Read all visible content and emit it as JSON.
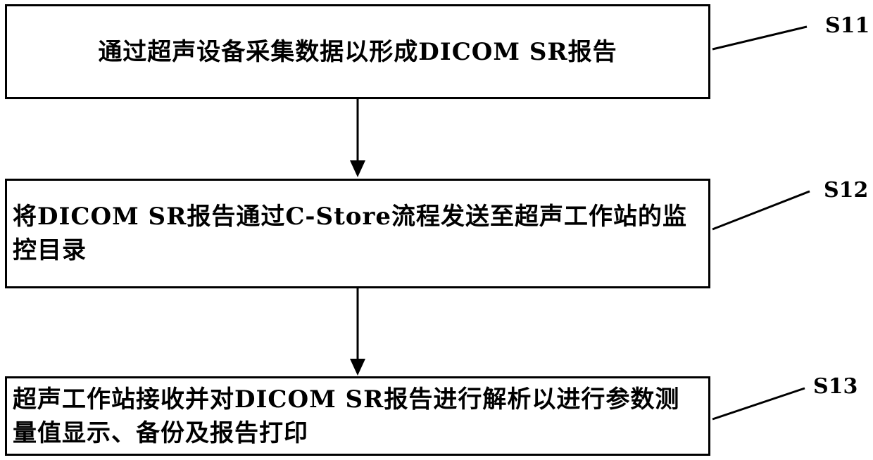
{
  "steps": [
    {
      "id": "S11",
      "text": "通过超声设备采集数据以形成DICOM SR报告"
    },
    {
      "id": "S12",
      "text": "将DICOM SR报告通过C-Store流程发送至超声工作站的监控目录"
    },
    {
      "id": "S13",
      "text": "超声工作站接收并对DICOM SR报告进行解析以进行参数测量值显示、备份及报告打印"
    }
  ],
  "colors": {
    "line": "#000000",
    "background": "#ffffff"
  }
}
